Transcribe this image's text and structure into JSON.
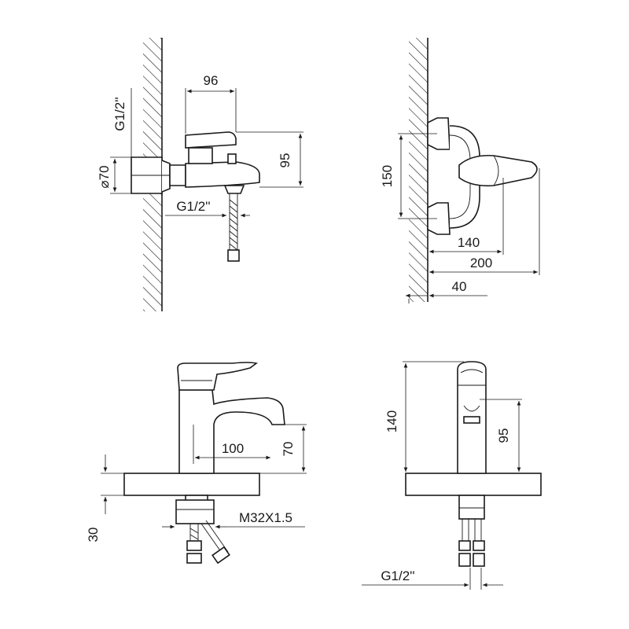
{
  "dimensions": {
    "view1_width": "96",
    "view1_height": "95",
    "view1_thread_vertical": "G1/2''",
    "view1_diameter": "⌀70",
    "view1_thread_bottom": "G1/2''",
    "view2_spacing": "150",
    "view2_depth_140": "140",
    "view2_depth_200": "200",
    "view2_depth_40": "40",
    "view3_spout_reach": "100",
    "view3_spout_height": "70",
    "view3_thread": "M32X1.5",
    "view3_deck_thickness": "30",
    "view4_height": "140",
    "view4_spout_height": "95",
    "view4_thread": "G1/2''"
  }
}
